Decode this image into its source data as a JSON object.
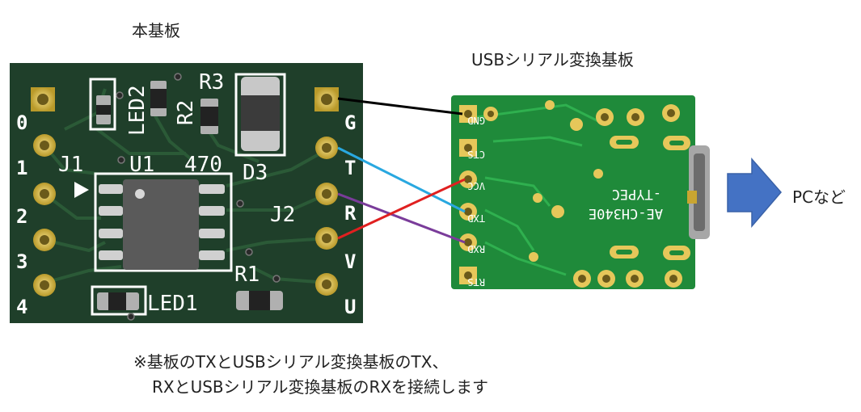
{
  "labels": {
    "main_board": "本基板",
    "usb_board": "USBシリアル変換基板",
    "pc": "PCなど"
  },
  "note": {
    "line1": "※基板のTXとUSBシリアル変換基板のTX、",
    "line2": "RXとUSBシリアル変換基板のRXを接続します"
  },
  "main_pcb": {
    "left_pins": [
      "0",
      "1",
      "2",
      "3",
      "4"
    ],
    "right_pins": [
      "G",
      "T",
      "R",
      "V",
      "U"
    ],
    "silk": {
      "led2": "LED2",
      "r3": "R3",
      "r2": "R2",
      "j1": "J1",
      "u1": "U1",
      "r470": "470",
      "d3": "D3",
      "j2": "J2",
      "r1": "R1",
      "led1": "LED1"
    }
  },
  "usb_pcb": {
    "pins": [
      "GND",
      "CTS",
      "VCC",
      "TXD",
      "RXD",
      "RTS"
    ],
    "model": "AE-CH340E",
    "variant": "-TYPEC"
  },
  "wire_colors": {
    "gnd": "#000000",
    "tx": "#29a8e0",
    "rx": "#7a3c9a",
    "vcc": "#e02020"
  }
}
